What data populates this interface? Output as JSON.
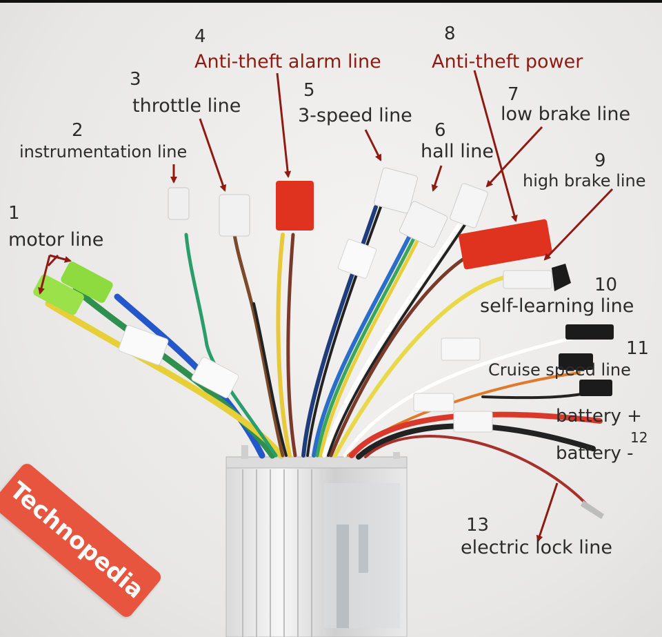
{
  "labels": [
    {
      "id": "motor",
      "number": "1",
      "text": "motor line"
    },
    {
      "id": "instrumentation",
      "number": "2",
      "text": "instrumentation line"
    },
    {
      "id": "throttle",
      "number": "3",
      "text": "throttle line"
    },
    {
      "id": "alarm",
      "number": "4",
      "text": "Anti-theft alarm line"
    },
    {
      "id": "speed3",
      "number": "5",
      "text": "3-speed line"
    },
    {
      "id": "hall",
      "number": "6",
      "text": "hall line"
    },
    {
      "id": "lowbrake",
      "number": "7",
      "text": "low brake line"
    },
    {
      "id": "power",
      "number": "8",
      "text": "Anti-theft power"
    },
    {
      "id": "highbrake",
      "number": "9",
      "text": "high brake line"
    },
    {
      "id": "selflearn",
      "number": "10",
      "text": "self-learning line"
    },
    {
      "id": "cruise",
      "number": "11",
      "text": "Cruise speed line"
    },
    {
      "id": "battery_pos",
      "text": "battery +"
    },
    {
      "id": "battery_neg",
      "number": "12",
      "text": "battery -"
    },
    {
      "id": "lock",
      "number": "13",
      "text": "electric lock line"
    }
  ],
  "watermark": "Technopedia",
  "colors": {
    "arrow": "#8e1a12",
    "dark_text": "#2b2b2b",
    "red_text": "#8e1a12",
    "badge": "#e8553f",
    "connector_red": "#e0331f",
    "connector_green": "#9be24a"
  }
}
